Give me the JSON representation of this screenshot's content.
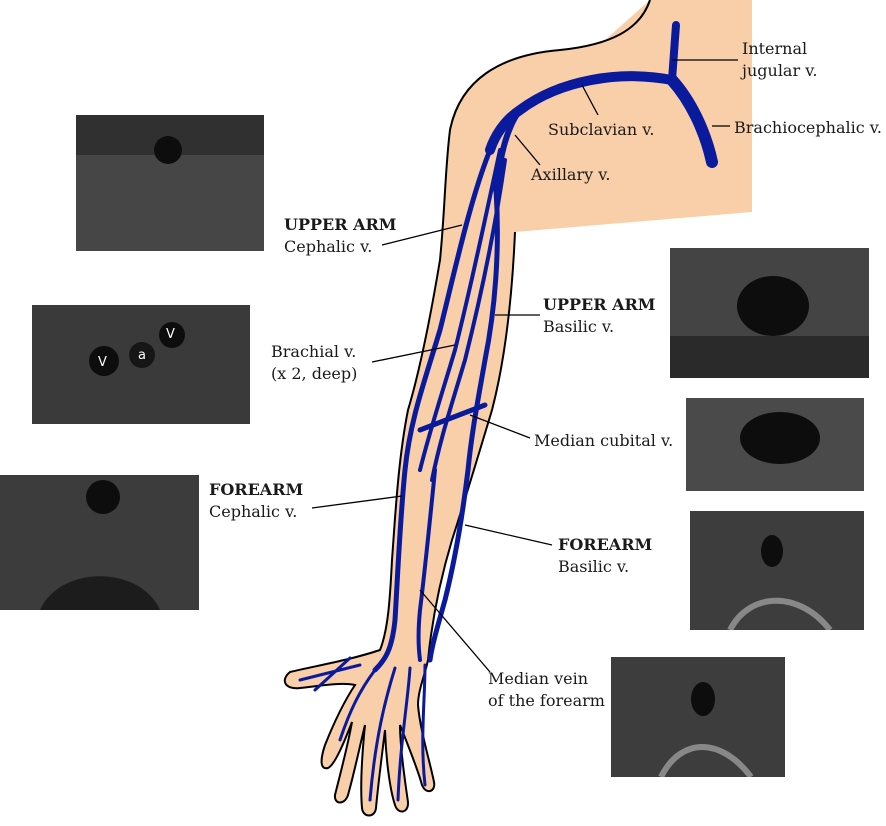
{
  "figure": {
    "labels": {
      "internal_jugular": [
        "Internal",
        "jugular v."
      ],
      "subclavian": "Subclavian v.",
      "brachiocephalic": "Brachiocephalic v.",
      "axillary": "Axillary v.",
      "upper_arm_cephalic": {
        "region": "UPPER ARM",
        "vein": "Cephalic v."
      },
      "upper_arm_basilic": {
        "region": "UPPER ARM",
        "vein": "Basilic v."
      },
      "brachial": [
        "Brachial v.",
        "(x 2, deep)"
      ],
      "median_cubital": "Median cubital v.",
      "forearm_cephalic": {
        "region": "FOREARM",
        "vein": "Cephalic v."
      },
      "forearm_basilic": {
        "region": "FOREARM",
        "vein": "Basilic v."
      },
      "median_forearm": [
        "Median vein",
        "of the forearm"
      ]
    },
    "ultrasound_markers": {
      "vein": "V",
      "artery": "a"
    },
    "colors": {
      "skin": "#f9cfa9",
      "vein": "#0a1a9c",
      "outline": "#000000",
      "ultrasound_bg": "#2a2a2a"
    }
  }
}
